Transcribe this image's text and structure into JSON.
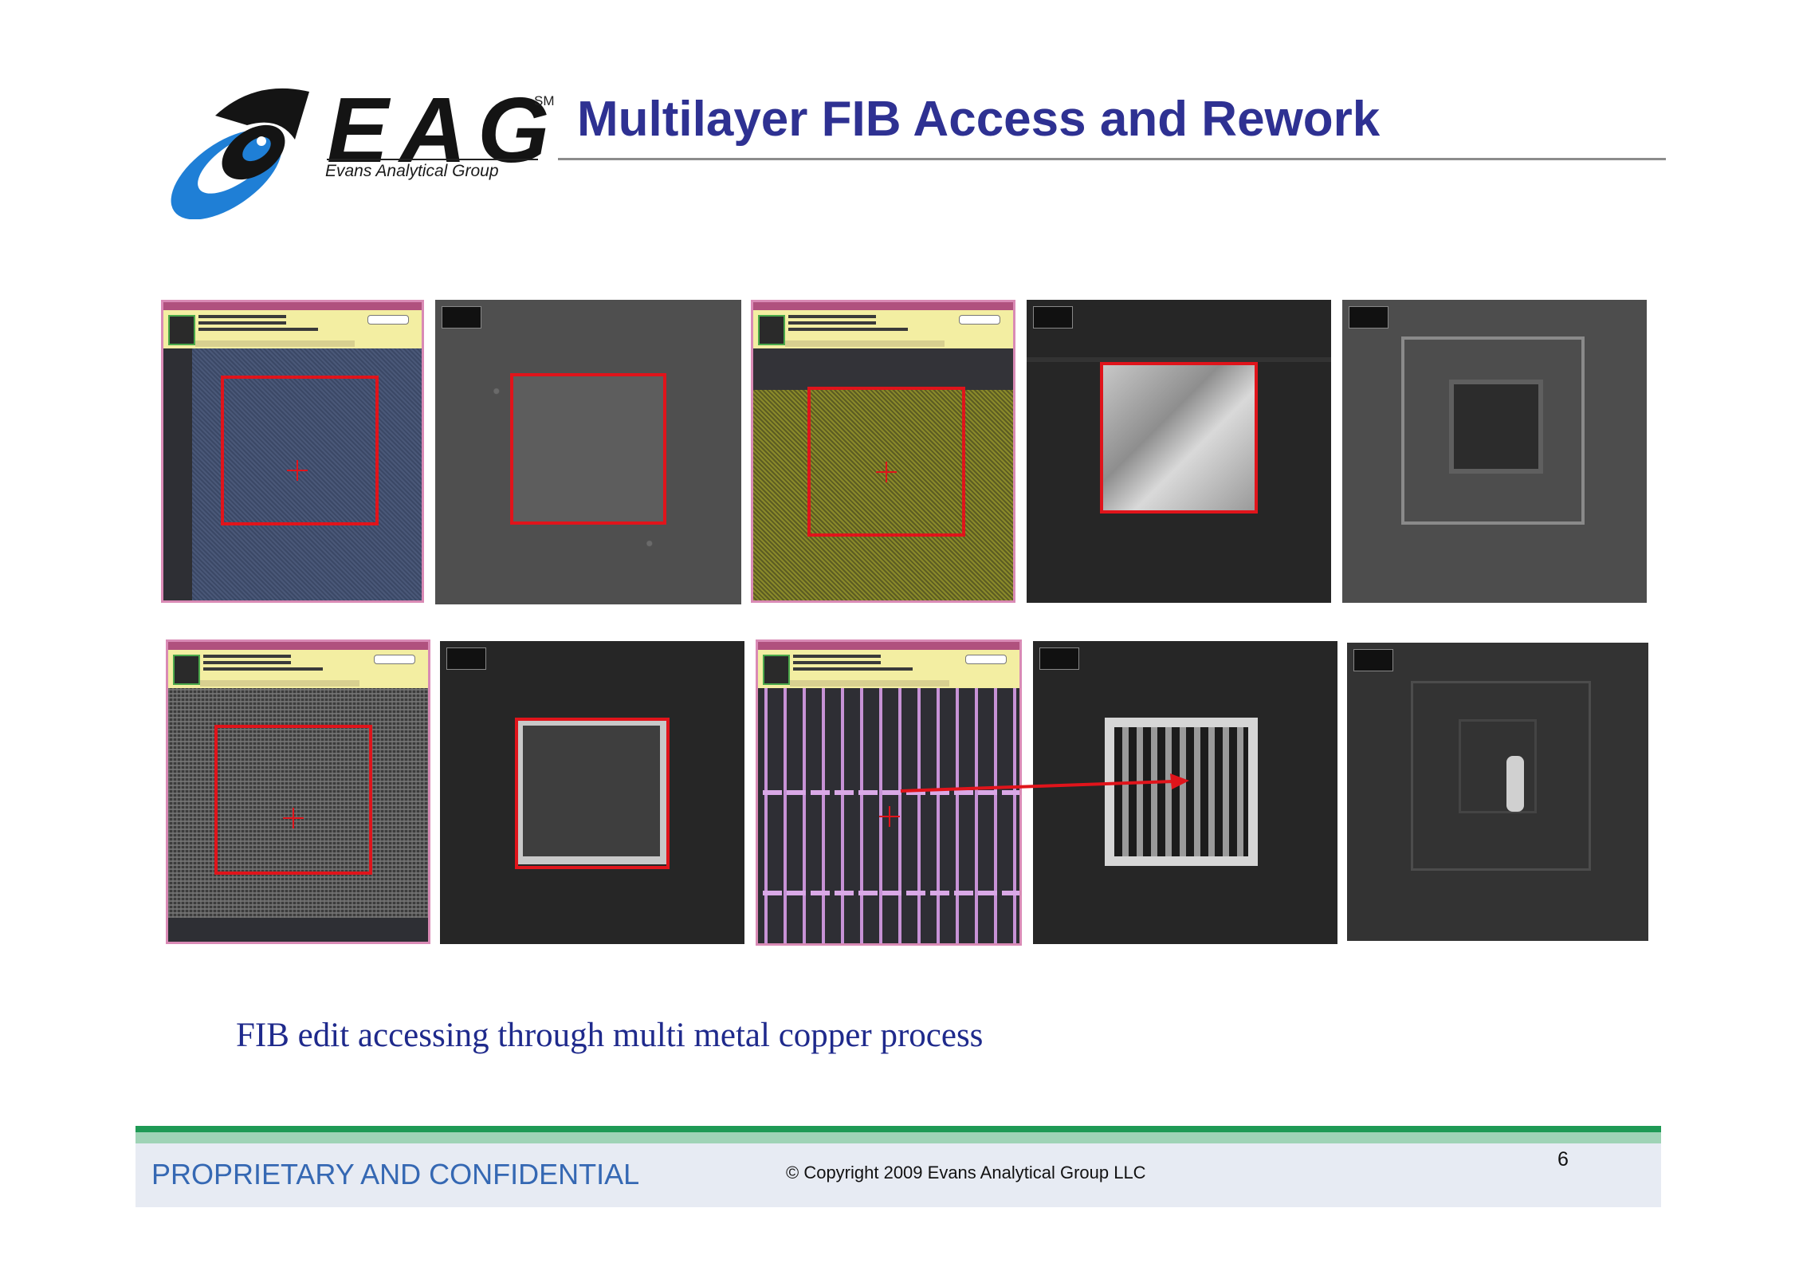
{
  "header": {
    "logo_text": "EAG",
    "logo_mark": "SM",
    "logo_subtitle": "Evans Analytical Group",
    "title": "Multilayer FIB Access and Rework"
  },
  "caption": "FIB edit accessing through multi metal copper process",
  "footer": {
    "confidential": "PROPRIETARY AND CONFIDENTIAL",
    "copyright": "© Copyright 2009 Evans Analytical Group LLC",
    "page_number": "6"
  },
  "colors": {
    "title": "#2e3192",
    "caption": "#1f2a8c",
    "footer_text": "#3568b3",
    "footer_green": "#1f9a55",
    "highlight_red": "#e0141b"
  }
}
